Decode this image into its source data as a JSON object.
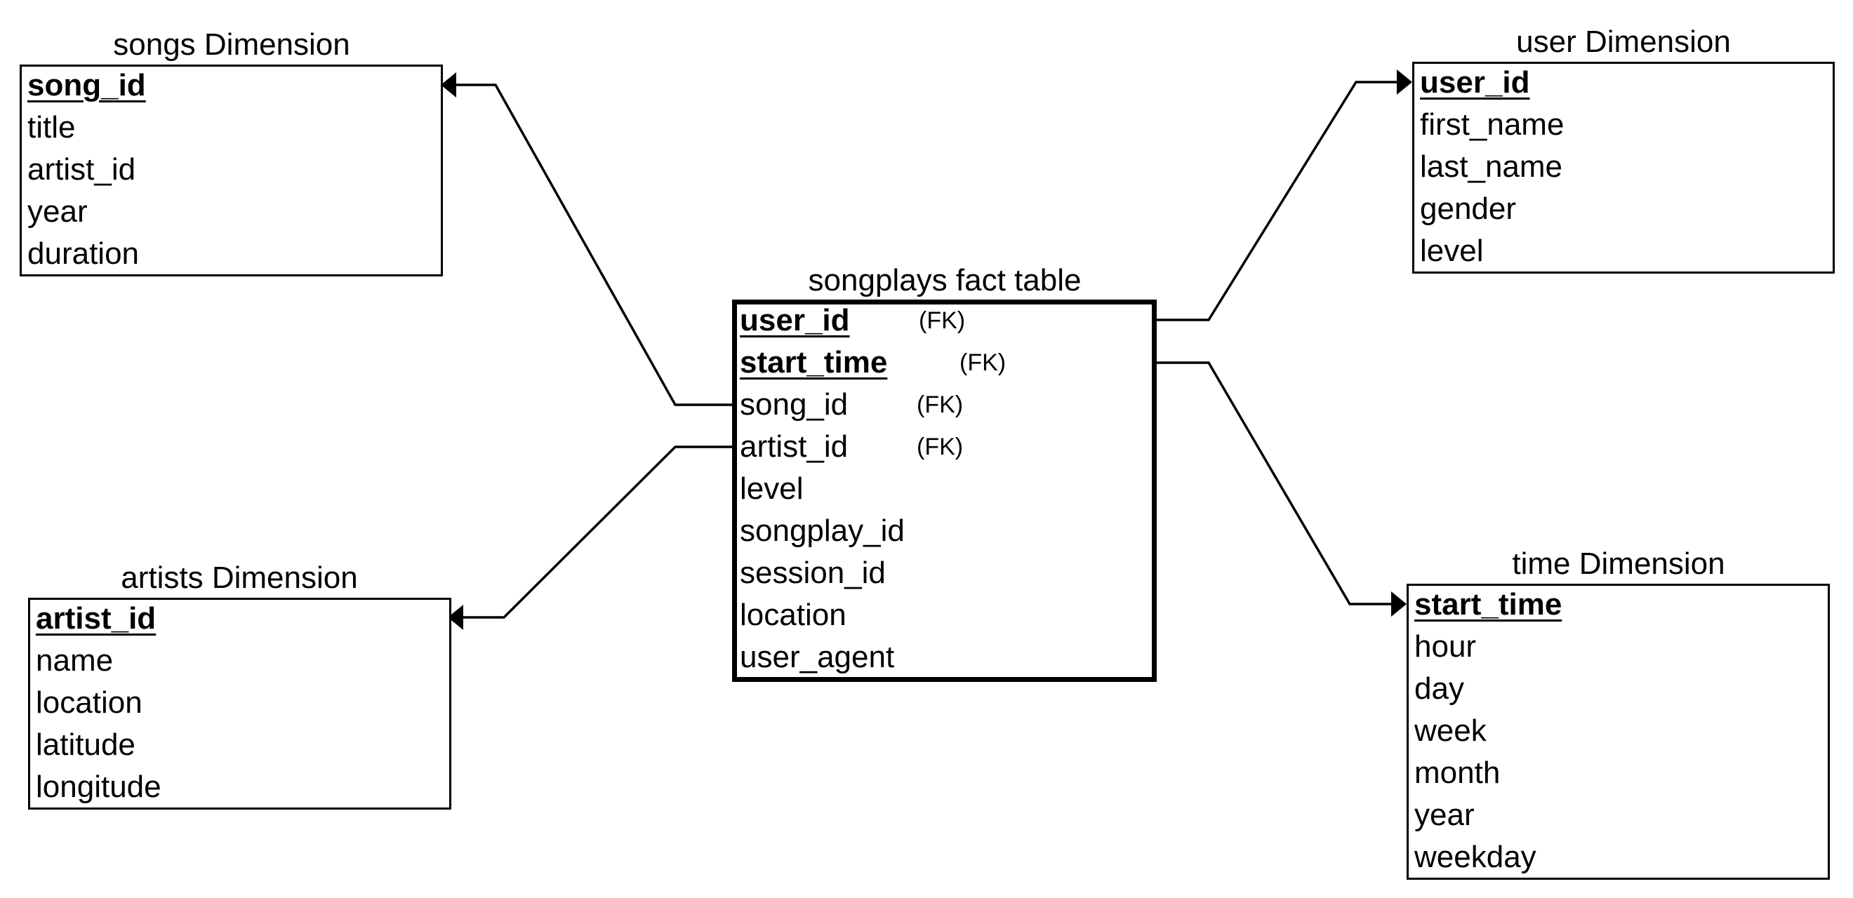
{
  "tables": {
    "songs": {
      "title": "songs Dimension",
      "rows": [
        {
          "name": "song_id",
          "pk": true
        },
        {
          "name": "title"
        },
        {
          "name": "artist_id"
        },
        {
          "name": "year"
        },
        {
          "name": "duration"
        }
      ]
    },
    "artists": {
      "title": "artists Dimension",
      "rows": [
        {
          "name": "artist_id",
          "pk": true
        },
        {
          "name": "name"
        },
        {
          "name": "location"
        },
        {
          "name": "latitude"
        },
        {
          "name": "longitude"
        }
      ]
    },
    "songplays": {
      "title": "songplays fact table",
      "rows": [
        {
          "name": "user_id",
          "pk": true,
          "fk": "(FK)"
        },
        {
          "name": "start_time",
          "pk": true,
          "fk": "(FK)"
        },
        {
          "name": "song_id",
          "fk": "(FK)"
        },
        {
          "name": "artist_id",
          "fk": "(FK)"
        },
        {
          "name": "level"
        },
        {
          "name": "songplay_id"
        },
        {
          "name": "session_id"
        },
        {
          "name": "location"
        },
        {
          "name": "user_agent"
        }
      ]
    },
    "user": {
      "title": "user Dimension",
      "rows": [
        {
          "name": "user_id",
          "pk": true
        },
        {
          "name": "first_name"
        },
        {
          "name": "last_name"
        },
        {
          "name": "gender"
        },
        {
          "name": "level"
        }
      ]
    },
    "time": {
      "title": "time Dimension",
      "rows": [
        {
          "name": "start_time",
          "pk": true
        },
        {
          "name": "hour"
        },
        {
          "name": "day"
        },
        {
          "name": "week"
        },
        {
          "name": "month"
        },
        {
          "name": "year"
        },
        {
          "name": "weekday"
        }
      ]
    }
  },
  "relationships": [
    {
      "from": "songplays.song_id",
      "to": "songs.song_id"
    },
    {
      "from": "songplays.artist_id",
      "to": "artists.artist_id"
    },
    {
      "from": "songplays.user_id",
      "to": "user.user_id"
    },
    {
      "from": "songplays.start_time",
      "to": "time.start_time"
    }
  ]
}
